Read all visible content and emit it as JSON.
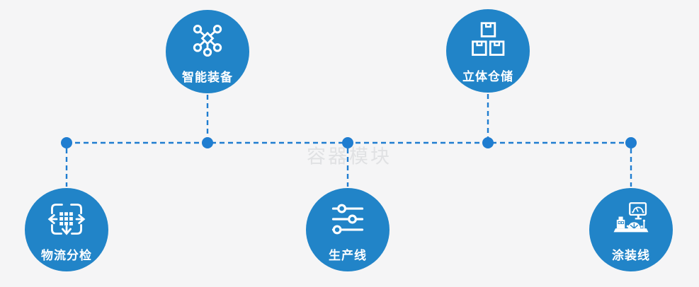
{
  "watermark": "容器模块",
  "colors": {
    "background": "#f5f5f6",
    "accent": "#2184c8",
    "connector": "#1f7dd0",
    "watermark_gray": "#e0e1e3"
  },
  "nodes": [
    {
      "label": "智能装备",
      "icon": "network-nodes-icon"
    },
    {
      "label": "立体仓储",
      "icon": "stacked-boxes-icon"
    },
    {
      "label": "物流分检",
      "icon": "sort-distribute-icon"
    },
    {
      "label": "生产线",
      "icon": "sliders-icon"
    },
    {
      "label": "涂装线",
      "icon": "paint-machine-icon"
    }
  ]
}
